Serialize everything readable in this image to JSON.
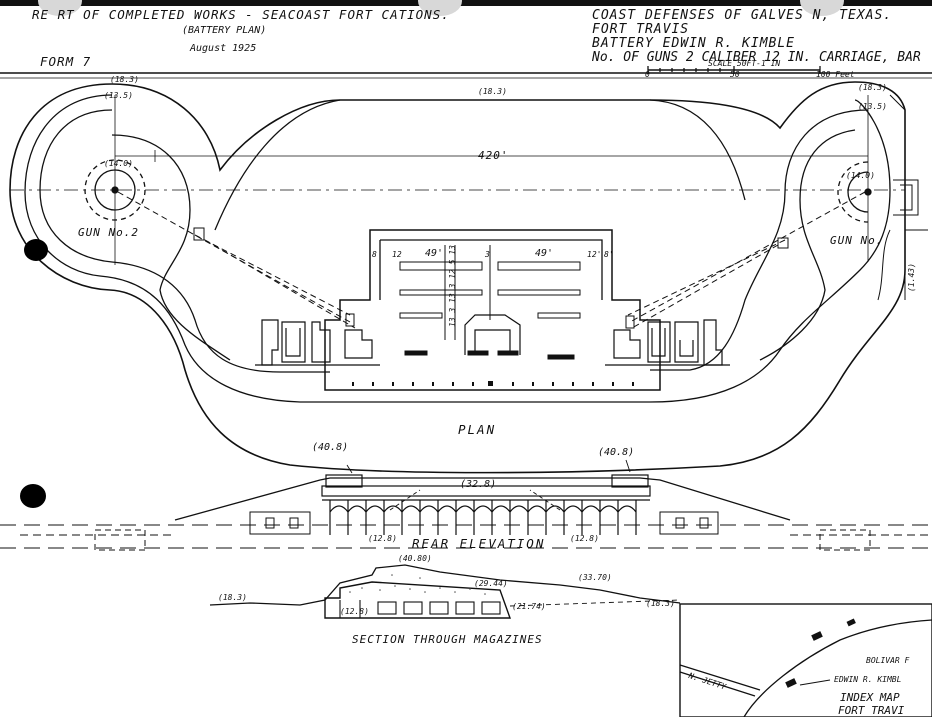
{
  "header": {
    "title_line1": "RE  RT OF COMPLETED WORKS - SEACOAST FORT   CATIONS.",
    "title_line2": "(BATTERY PLAN)",
    "date": "August 1925",
    "form": "FORM 7",
    "defenses": "COAST DEFENSES OF GALVES   N, TEXAS.",
    "fort": "FORT TRAVIS",
    "battery": "BATTERY EDWIN R. KIMBLE",
    "guns": "No. OF GUNS  2  CALIBER 12 IN. CARRIAGE, BAR",
    "scale": "SCALE 50FT-1 IN",
    "scale_marks": [
      "0",
      "50",
      "100 Feet"
    ]
  },
  "plan": {
    "title": "PLAN",
    "gun_left": "GUN No.2",
    "gun_right": "GUN No.",
    "span": "420'",
    "elev_top": "(18.3)",
    "elev_left_outer": "(18.3)",
    "elev_left_inner": "(13.5)",
    "elev_left_gun": "(14.0)",
    "elev_right_outer": "(18.3)",
    "elev_right_inner": "(13.5)",
    "elev_right_gun": "(14.0)",
    "dim_8": "8",
    "dim_12": "12",
    "dim_49": "49'",
    "dim_3": "3",
    "dim_49b": "49'",
    "dim_12b": "12'",
    "dim_8b": "8'",
    "vert_dims": "13 3 13 3 12 5 13",
    "side_mark": "(1.43)"
  },
  "elevation": {
    "title": "REAR ELEVATION",
    "elev_left": "(40.8)",
    "elev_right": "(40.8)",
    "elev_center": "(32.8)",
    "elev_base_left": "(12.8)",
    "elev_base_right": "(12.8)"
  },
  "section": {
    "title": "SECTION THROUGH MAGAZINES",
    "elev_top": "(40.80)",
    "elev_mid": "(29.44)",
    "elev_right": "(33.70)",
    "elev_left": "(18.3)",
    "elev_far_right": "(18.3)",
    "elev_floor": "(12.8)",
    "elev_floor_right": "(21.74)"
  },
  "index_map": {
    "title": "INDEX MAP",
    "subtitle": "FORT TRAVI",
    "label_bolivar": "BOLIVAR F",
    "label_battery": "EDWIN R. KIMBL",
    "label_jetty": "N. JETTY"
  }
}
